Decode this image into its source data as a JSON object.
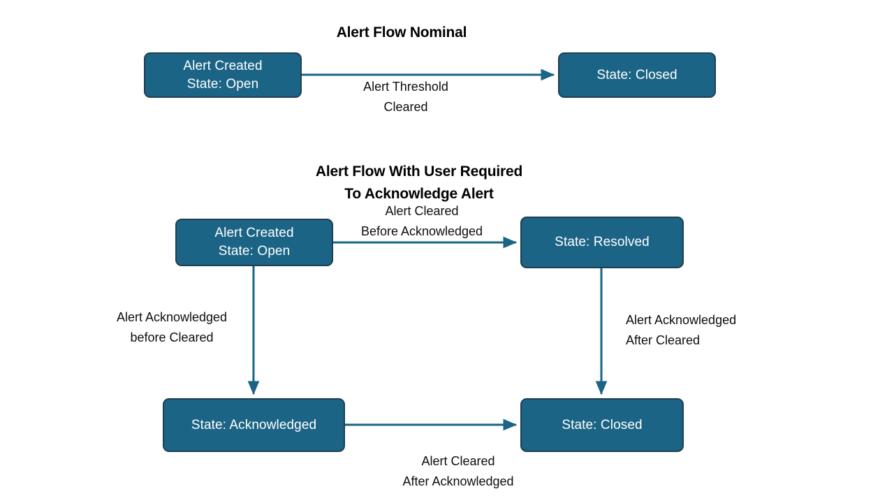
{
  "diagram": {
    "title_nominal": "Alert Flow Nominal",
    "title_ack": "Alert Flow With User Required\nTo Acknowledge Alert",
    "accent_color": "#1b6485",
    "border_color": "#1d3f52",
    "connector_color": "#1b6485",
    "text_color": "#0d0d0d",
    "node_text_color": "#ffffff",
    "background_color": "#ffffff"
  },
  "flow_nominal": {
    "nodes": [
      {
        "id": "nominal-alert-created",
        "label": "Alert Created\nState: Open"
      },
      {
        "id": "nominal-state-closed",
        "label": "State: Closed"
      }
    ],
    "edges": [
      {
        "id": "nominal-edge-threshold-cleared",
        "label": "Alert Threshold\nCleared"
      }
    ]
  },
  "flow_acknowledge": {
    "nodes": [
      {
        "id": "ack-alert-created",
        "label": "Alert Created\nState: Open"
      },
      {
        "id": "ack-state-resolved",
        "label": "State: Resolved"
      },
      {
        "id": "ack-state-acknowledged",
        "label": "State: Acknowledged"
      },
      {
        "id": "ack-state-closed",
        "label": "State: Closed"
      }
    ],
    "edges": [
      {
        "id": "ack-edge-cleared-before-ack",
        "label": "Alert Cleared\nBefore Acknowledged"
      },
      {
        "id": "ack-edge-ack-before-cleared",
        "label": "Alert Acknowledged\nbefore Cleared"
      },
      {
        "id": "ack-edge-ack-after-cleared",
        "label": "Alert Acknowledged\nAfter Cleared"
      },
      {
        "id": "ack-edge-cleared-after-ack",
        "label": "Alert Cleared\nAfter Acknowledged"
      }
    ]
  }
}
